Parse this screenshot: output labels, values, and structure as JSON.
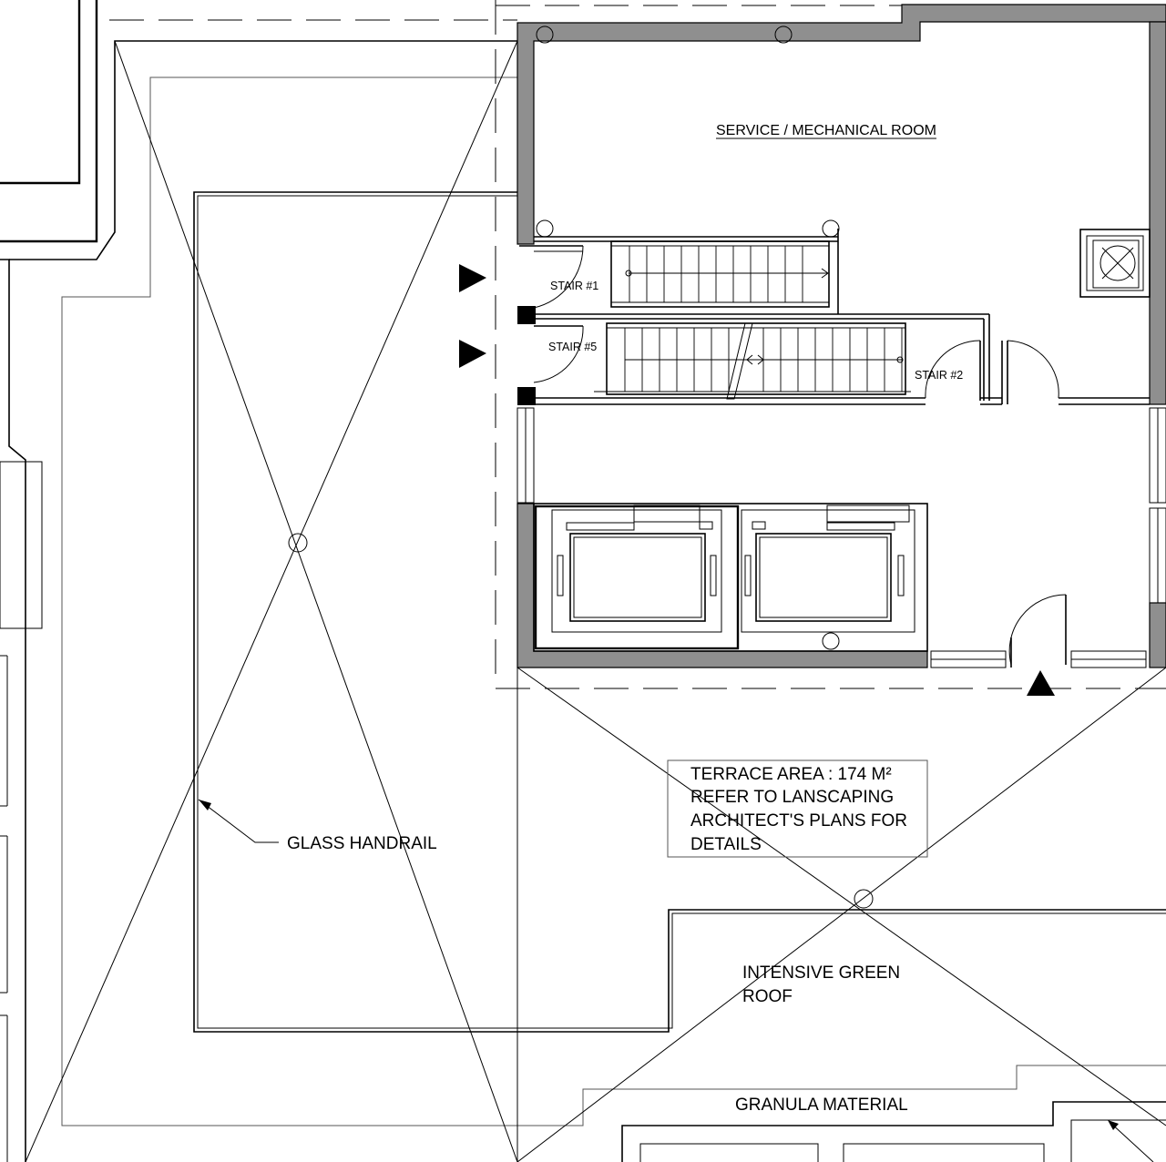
{
  "labels": {
    "service_room": "SERVICE / MECHANICAL ROOM",
    "stair_1": "STAIR #1",
    "stair_5": "STAIR #5",
    "stair_2": "STAIR #2",
    "terrace_line1": "TERRACE AREA : 174 M²",
    "terrace_line2": "REFER TO LANSCAPING",
    "terrace_line3": "ARCHITECT'S PLANS FOR",
    "terrace_line4": "DETAILS",
    "glass_handrail": "GLASS HANDRAIL",
    "green_roof_line1": "INTENSIVE GREEN",
    "green_roof_line2": "ROOF",
    "granula": "GRANULA MATERIAL"
  }
}
